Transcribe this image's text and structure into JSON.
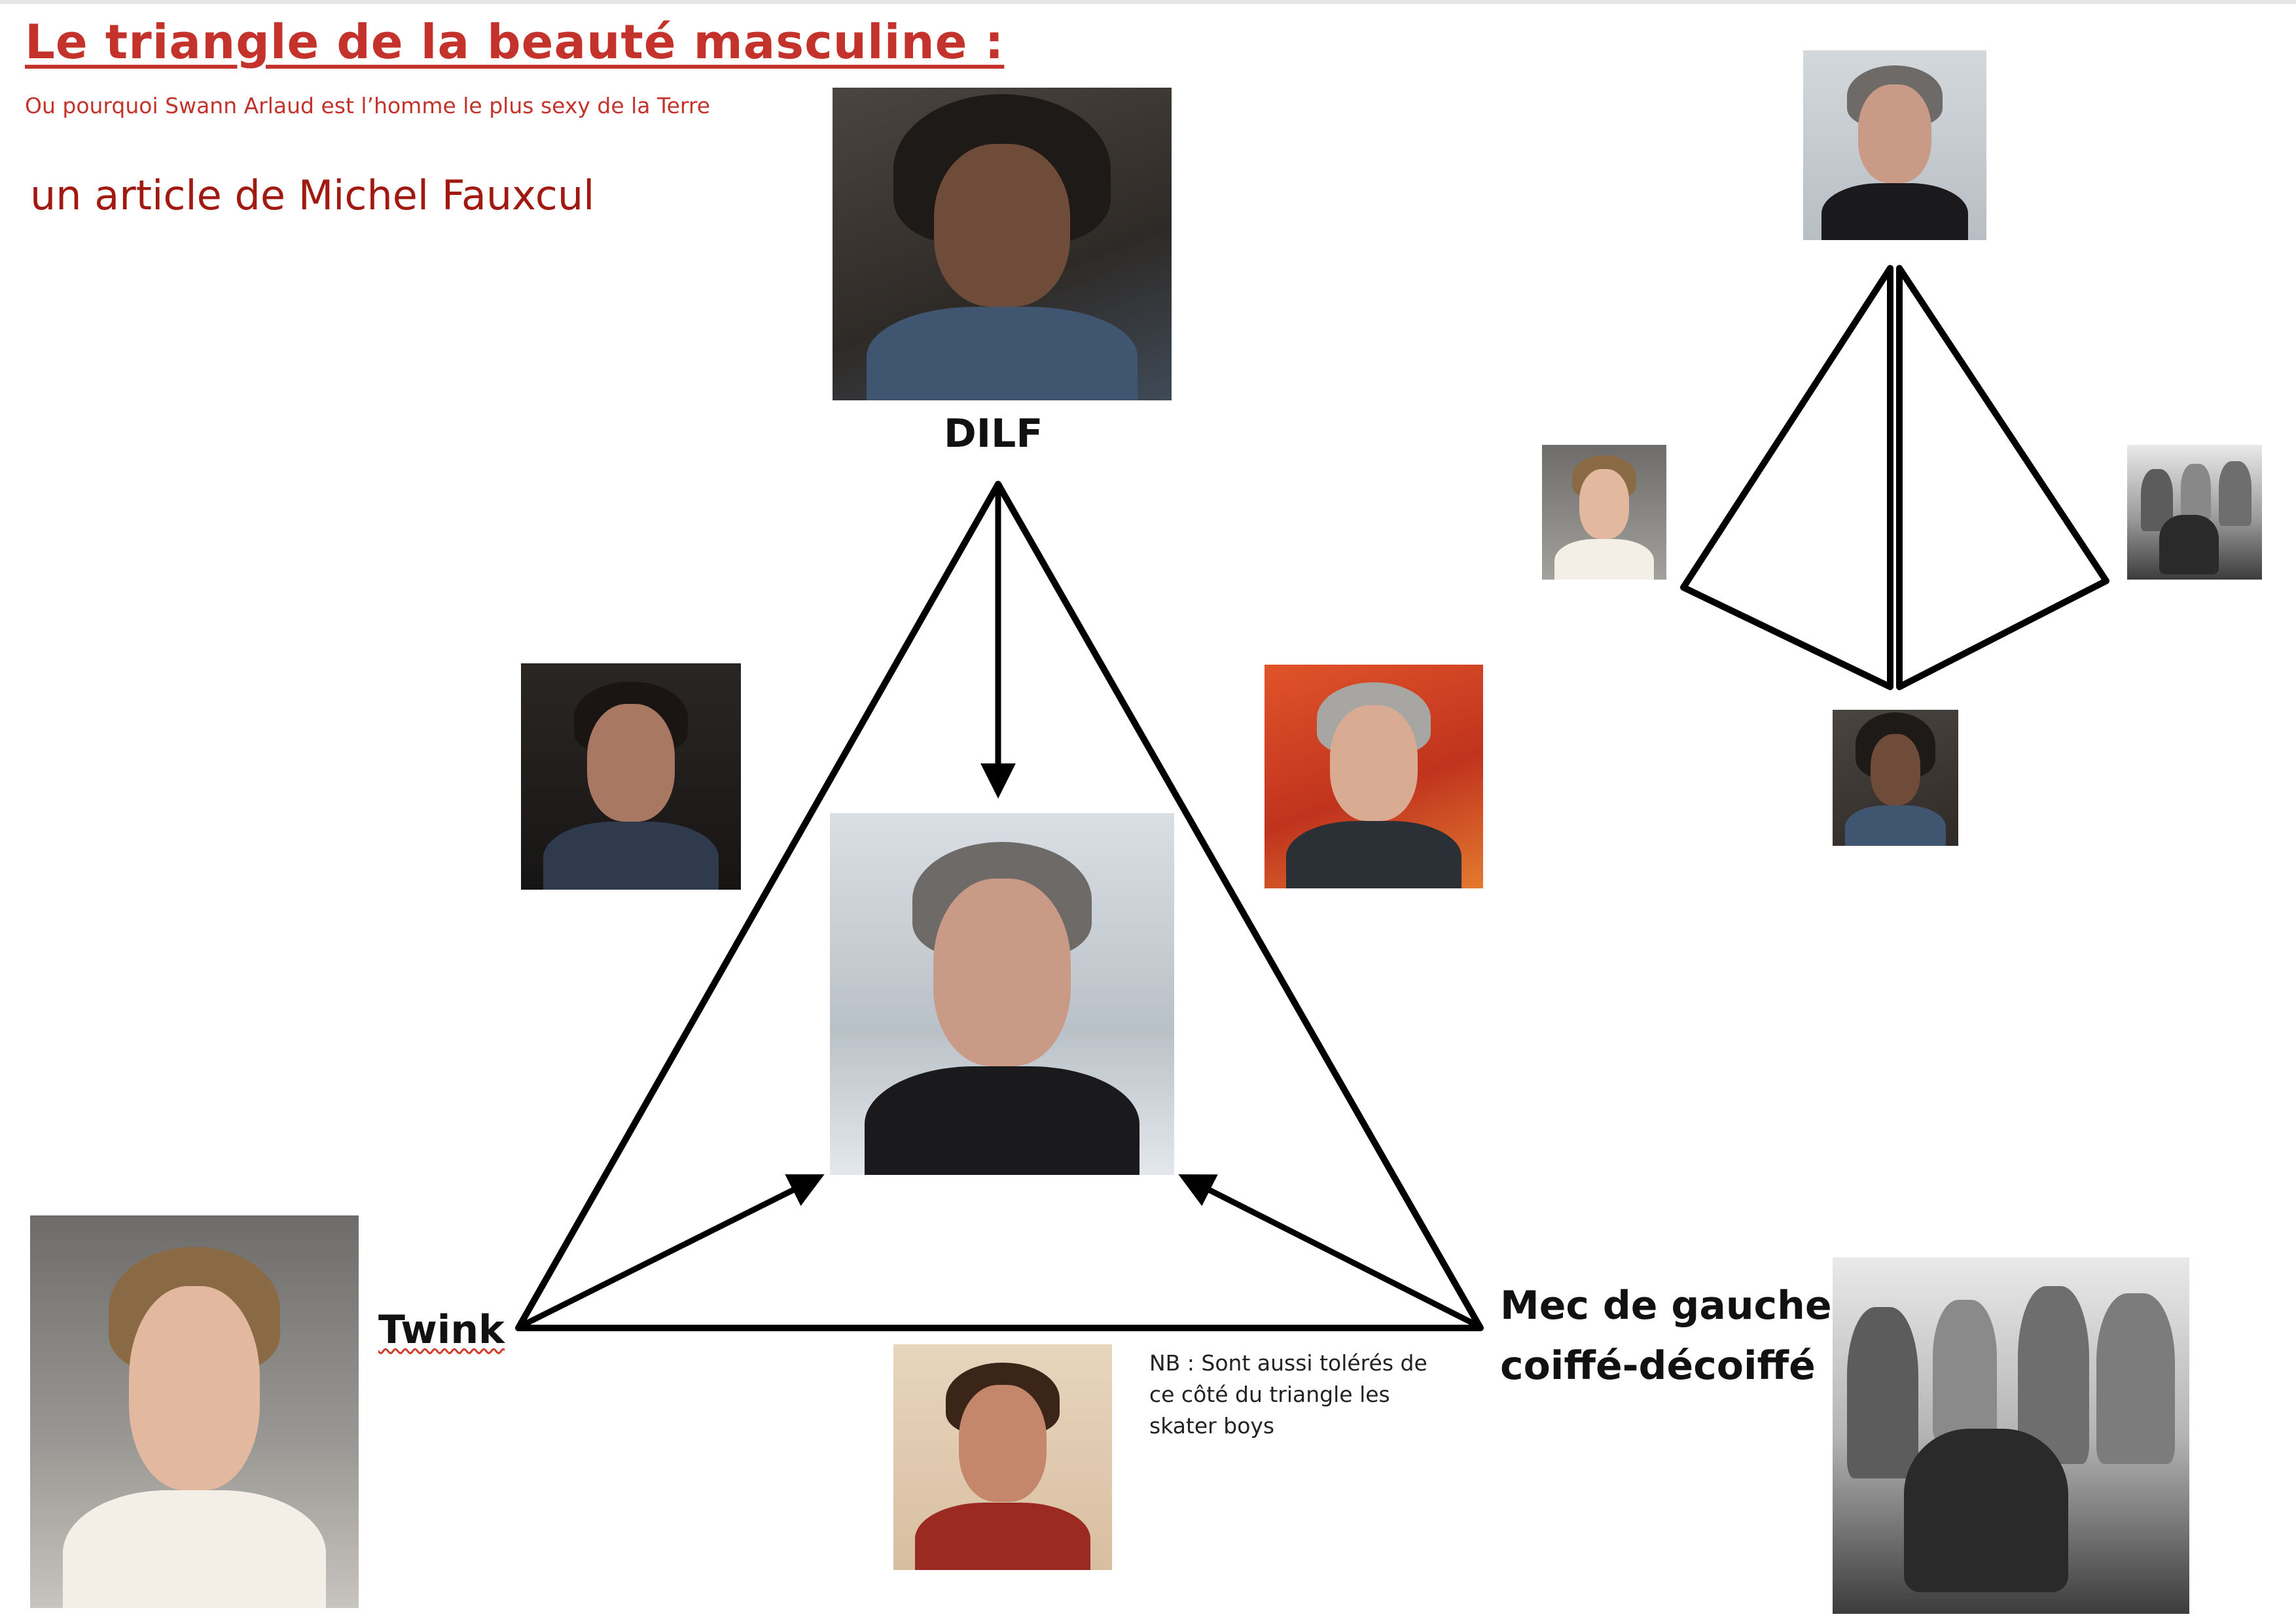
{
  "header": {
    "title": "Le triangle de la beauté masculine :",
    "subtitle": "Ou pourquoi Swann Arlaud est l’homme le plus sexy de la Terre",
    "byline": "un article de Michel Fauxcul"
  },
  "diagram": {
    "vertex_top": "DILF",
    "vertex_left": "Twink",
    "vertex_right_line1": "Mec de gauche",
    "vertex_right_line2": "coiffé-décoiffé",
    "note": "NB : Sont aussi tolérés de ce côté du triangle les skater boys"
  }
}
